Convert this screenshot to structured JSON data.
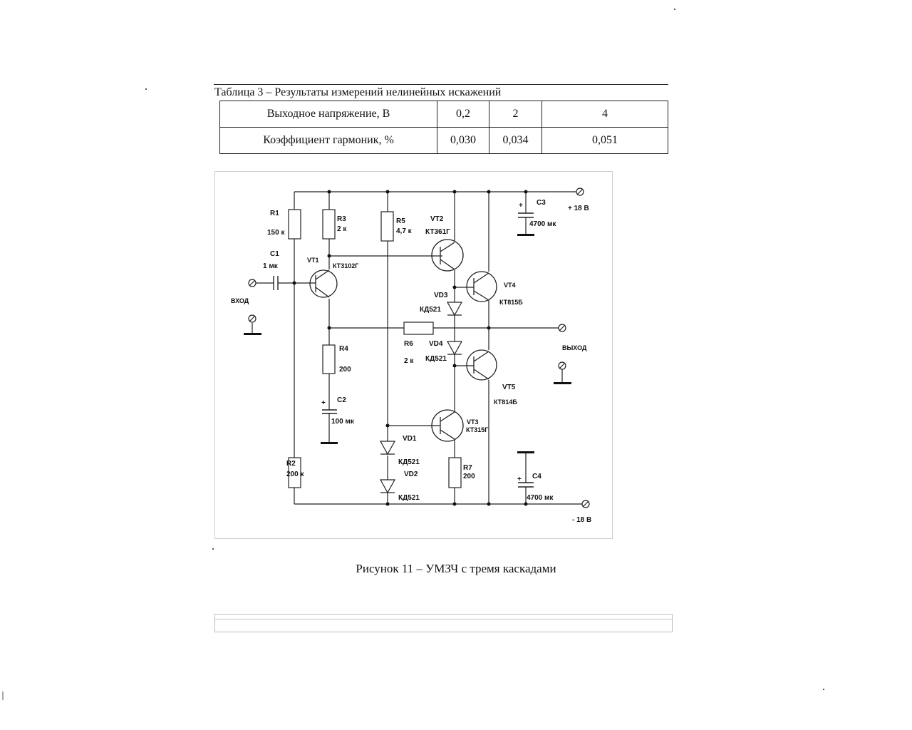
{
  "table": {
    "caption": "Таблица 3 – Результаты измерений нелинейных искажений",
    "rows": [
      {
        "label": "Выходное напряжение, В",
        "values": [
          "0,2",
          "2",
          "4"
        ]
      },
      {
        "label": "Коэффициент гармоник, %",
        "values": [
          "0,030",
          "0,034",
          "0,051"
        ]
      }
    ]
  },
  "schematic": {
    "labels": {
      "r1": "R1",
      "r1_val": "150 к",
      "r2": "R2",
      "r2_val": "200 к",
      "r3": "R3",
      "r3_val": "2 к",
      "r4": "R4",
      "r4_val": "200",
      "r5": "R5",
      "r5_val": "4,7 к",
      "r6": "R6",
      "r6_val": "2 к",
      "r7": "R7",
      "r7_val": "200",
      "c1": "C1",
      "c1_val": "1 мк",
      "c2": "C2",
      "c2_val": "100 мк",
      "c3": "C3",
      "c3_val": "4700 мк",
      "c4": "C4",
      "c4_val": "4700 мк",
      "vt1": "VT1",
      "vt1_val": "КТ3102Г",
      "vt2": "VT2",
      "vt2_val": "КТ361Г",
      "vt3": "VT3",
      "vt3_val": "КТ315Г",
      "vt4": "VT4",
      "vt4_val": "КТ815Б",
      "vt5": "VT5",
      "vt5_val": "КТ814Б",
      "vd1": "VD1",
      "vd1_val": "КД521",
      "vd2": "VD2",
      "vd2_val": "КД521",
      "vd3": "VD3",
      "vd3_val": "КД521",
      "vd4": "VD4",
      "vd4_val": "КД521",
      "input": "ВХОД",
      "output": "ВЫХОД",
      "plus_supply": "+ 18 В",
      "minus_supply": "- 18 В",
      "plus_sign_c2": "+",
      "plus_sign_c3": "+",
      "plus_sign_c4": "+"
    }
  },
  "figure_caption": "Рисунок 11 – УМЗЧ с тремя каскадами"
}
